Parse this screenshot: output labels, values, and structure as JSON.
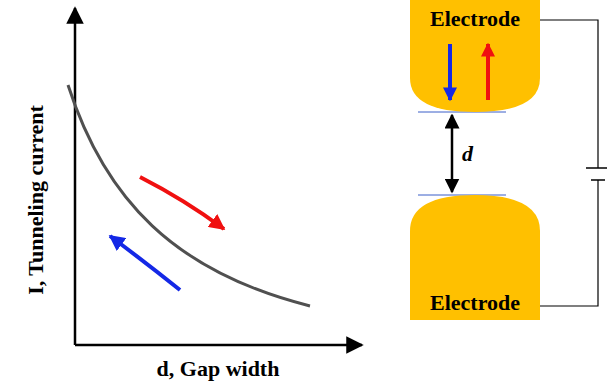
{
  "diagram": {
    "nodes": [
      {
        "text": [
          "Electrode"
        ]
      },
      {
        "text": [
          "Electrode"
        ]
      }
    ],
    "edges": [
      {
        "from": 0,
        "to": 1,
        "arrow": "both",
        "label": "d"
      }
    ],
    "labels": [
      "I, Tunneling current",
      "d, Gap width"
    ]
  }
}
